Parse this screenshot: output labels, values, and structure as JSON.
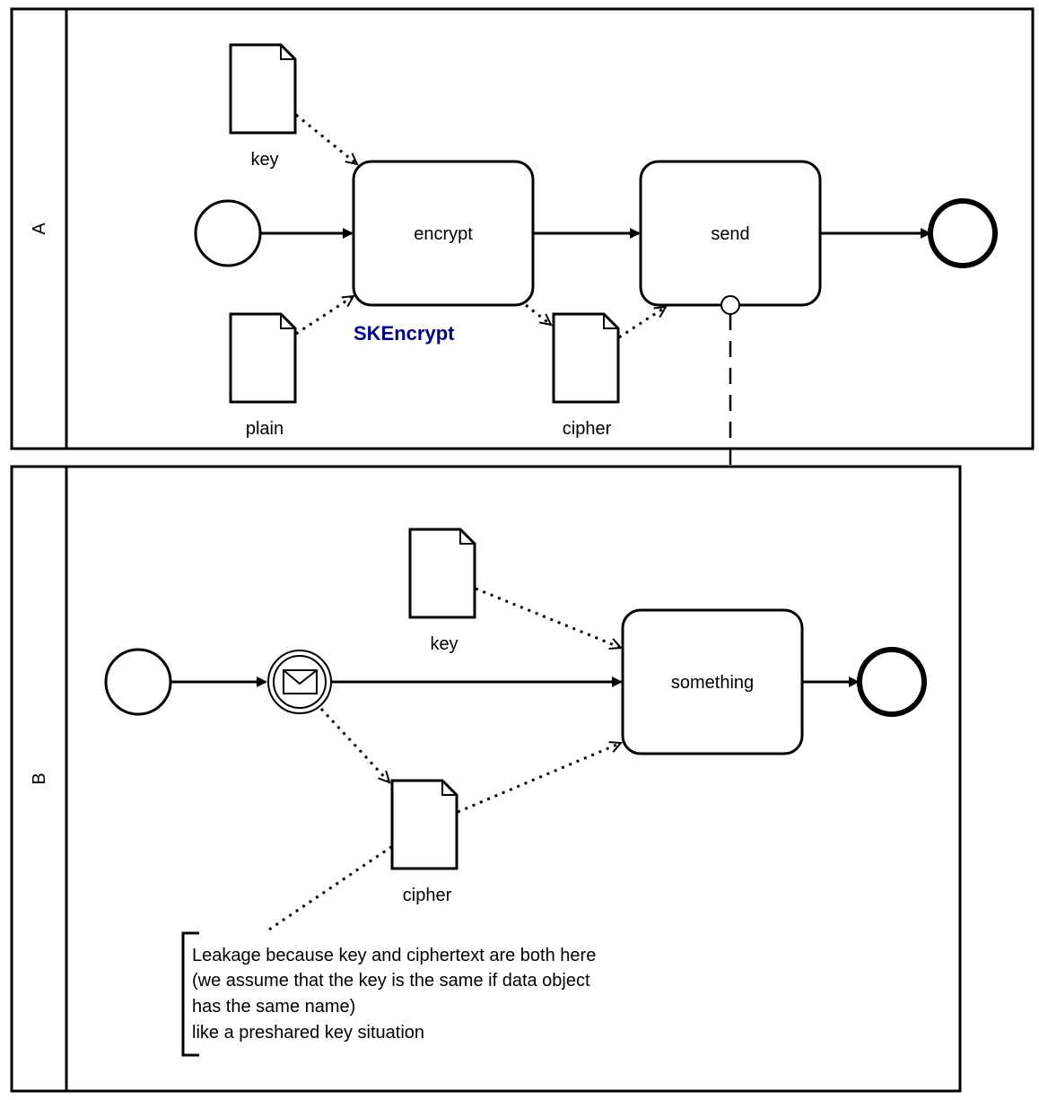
{
  "pools": [
    {
      "label": "A"
    },
    {
      "label": "B"
    }
  ],
  "poolA": {
    "tasks": {
      "encrypt": "encrypt",
      "send": "send"
    },
    "data_objects": {
      "key": "key",
      "plain": "plain",
      "cipher": "cipher"
    },
    "annotation": "SKEncrypt"
  },
  "poolB": {
    "tasks": {
      "something": "something"
    },
    "data_objects": {
      "key": "key",
      "cipher": "cipher"
    },
    "comment": [
      "Leakage because key and ciphertext are both here",
      "(we assume that the key is the same if data object",
      "has the same name)",
      "like a preshared key situation"
    ]
  },
  "colors": {
    "annotation": "#000080",
    "stroke": "#000000"
  }
}
